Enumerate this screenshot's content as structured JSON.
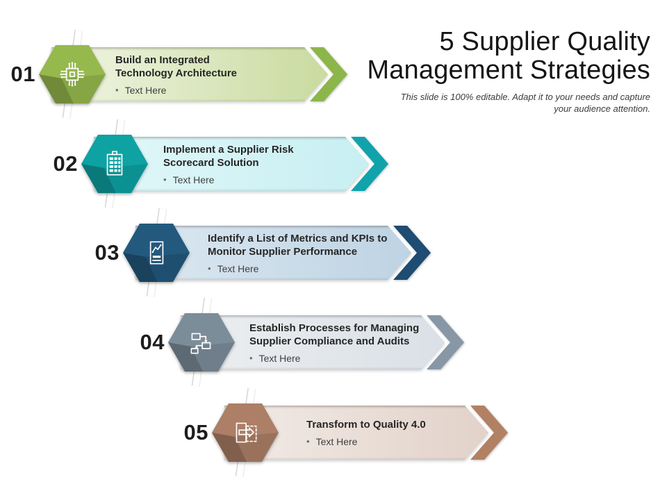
{
  "slide": {
    "title": "5 Supplier Quality Management Strategies",
    "subtitle": "This slide is 100% editable. Adapt it to your needs and capture your audience attention."
  },
  "bullet_marker": "•",
  "theme": {
    "background": "#FFFFFF",
    "title_color": "#141414",
    "subtitle_color": "#3C3C3C",
    "number_color": "#1D1D1D",
    "heading_color": "#262626",
    "bullet_text_color": "#3F3F3F"
  },
  "rows": [
    {
      "number": "01",
      "heading_lines": [
        "Build an Integrated",
        "Technology Architecture"
      ],
      "bullet": "Text Here",
      "icon": "chip-icon",
      "colors": {
        "hex": "#96B94D",
        "arrow": "#8CB64A",
        "banner_from": "#F1F5E5",
        "banner_to": "#C9DB9F"
      }
    },
    {
      "number": "02",
      "heading_lines": [
        "Implement a Supplier Risk",
        "Scorecard Solution"
      ],
      "bullet": "Text Here",
      "icon": "calculator-icon",
      "colors": {
        "hex": "#0EA2A3",
        "arrow": "#10A3AB",
        "banner_from": "#E2F7F9",
        "banner_to": "#C7EFF2"
      }
    },
    {
      "number": "03",
      "heading_lines": [
        "Identify a List of Metrics and KPIs to",
        "Monitor Supplier Performance"
      ],
      "bullet": "Text Here",
      "icon": "report-chart-icon",
      "colors": {
        "hex": "#23597D",
        "arrow": "#1E4C72",
        "banner_from": "#DCE8F1",
        "banner_to": "#BED3E3"
      }
    },
    {
      "number": "04",
      "heading_lines": [
        "Establish Processes for Managing",
        "Supplier Compliance and Audits"
      ],
      "bullet": "Text Here",
      "icon": "flowchart-icon",
      "colors": {
        "hex": "#7C8D9A",
        "arrow": "#8797A6",
        "banner_from": "#EDEFF1",
        "banner_to": "#DAE0E6"
      }
    },
    {
      "number": "05",
      "heading_lines": [
        "Transform to Quality 4.0"
      ],
      "bullet": "Text Here",
      "icon": "transform-arrow-icon",
      "colors": {
        "hex": "#AC7F66",
        "arrow": "#B28163",
        "banner_from": "#F2EBE7",
        "banner_to": "#E2D2C9"
      }
    }
  ]
}
